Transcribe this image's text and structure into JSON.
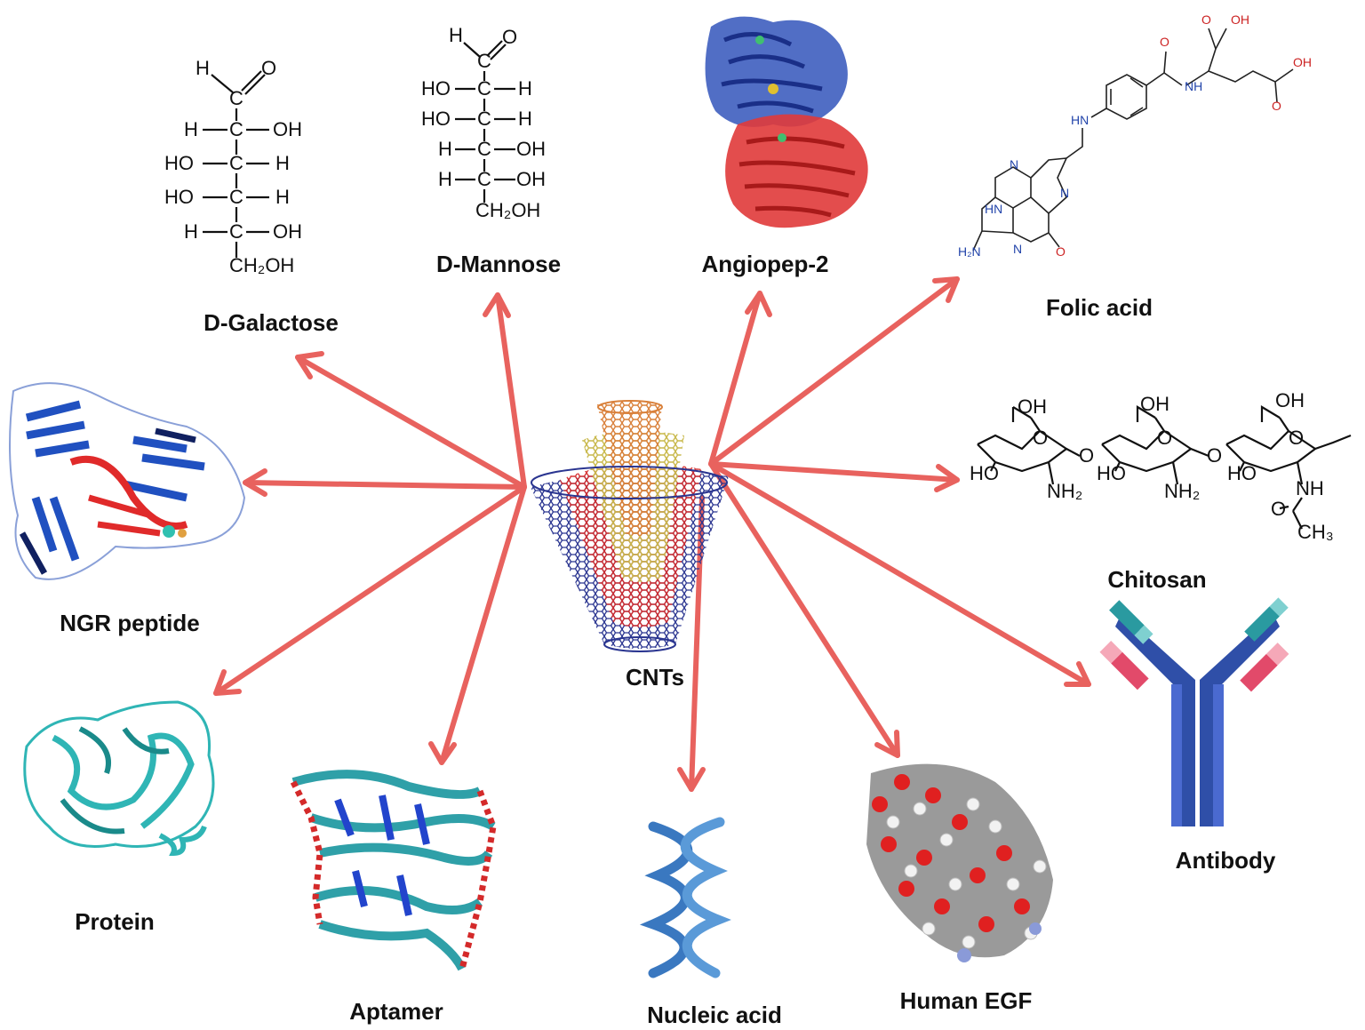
{
  "center_label": "CNTs",
  "labels": {
    "galactose": "D-Galactose",
    "mannose": "D-Mannose",
    "angiopep": "Angiopep-2",
    "folic": "Folic acid",
    "chitosan": "Chitosan",
    "ngr": "NGR peptide",
    "protein": "Protein",
    "aptamer": "Aptamer",
    "nucleic": "Nucleic acid",
    "egf": "Human EGF",
    "antibody": "Antibody"
  },
  "galactose_atoms": {
    "h_top": "H",
    "o_top": "O",
    "c": "C",
    "r1_left": "H",
    "r1_right": "OH",
    "r2_left": "HO",
    "r2_right": "H",
    "r3_left": "HO",
    "r3_right": "H",
    "r4_left": "H",
    "r4_right": "OH",
    "tail": "CH₂OH"
  },
  "mannose_atoms": {
    "h_top": "H",
    "o_top": "O",
    "c": "C",
    "r1_left": "HO",
    "r1_right": "H",
    "r2_left": "HO",
    "r2_right": "H",
    "r3_left": "H",
    "r3_right": "OH",
    "r4_left": "H",
    "r4_right": "OH",
    "tail": "CH₂OH"
  },
  "folic_atoms": {
    "oh1": "OH",
    "oh2": "OH",
    "o1": "O",
    "o2": "O",
    "o3": "O",
    "o4": "O",
    "nh": "NH",
    "hn": "HN",
    "n1": "N",
    "n2": "N",
    "n3": "N",
    "hn2": "HN",
    "h2n": "H₂N"
  },
  "chitosan_atoms": {
    "oh": "OH",
    "ho": "HO",
    "o": "O",
    "nh2": "NH₂",
    "nh": "NH",
    "ch3": "CH₃"
  },
  "colors": {
    "arrow": "#e8625e",
    "cnt_outer": "#2a3590",
    "cnt_middle": "#d42a2a",
    "cnt_inner": "#d9c96a",
    "cnt_core": "#d9803a",
    "antibody_blue": "#2f4fa8",
    "antibody_teal": "#2a9aa0",
    "antibody_pink": "#e24a6a",
    "protein_teal": "#2fb5b5",
    "helix_blue": "#3a78c0"
  }
}
